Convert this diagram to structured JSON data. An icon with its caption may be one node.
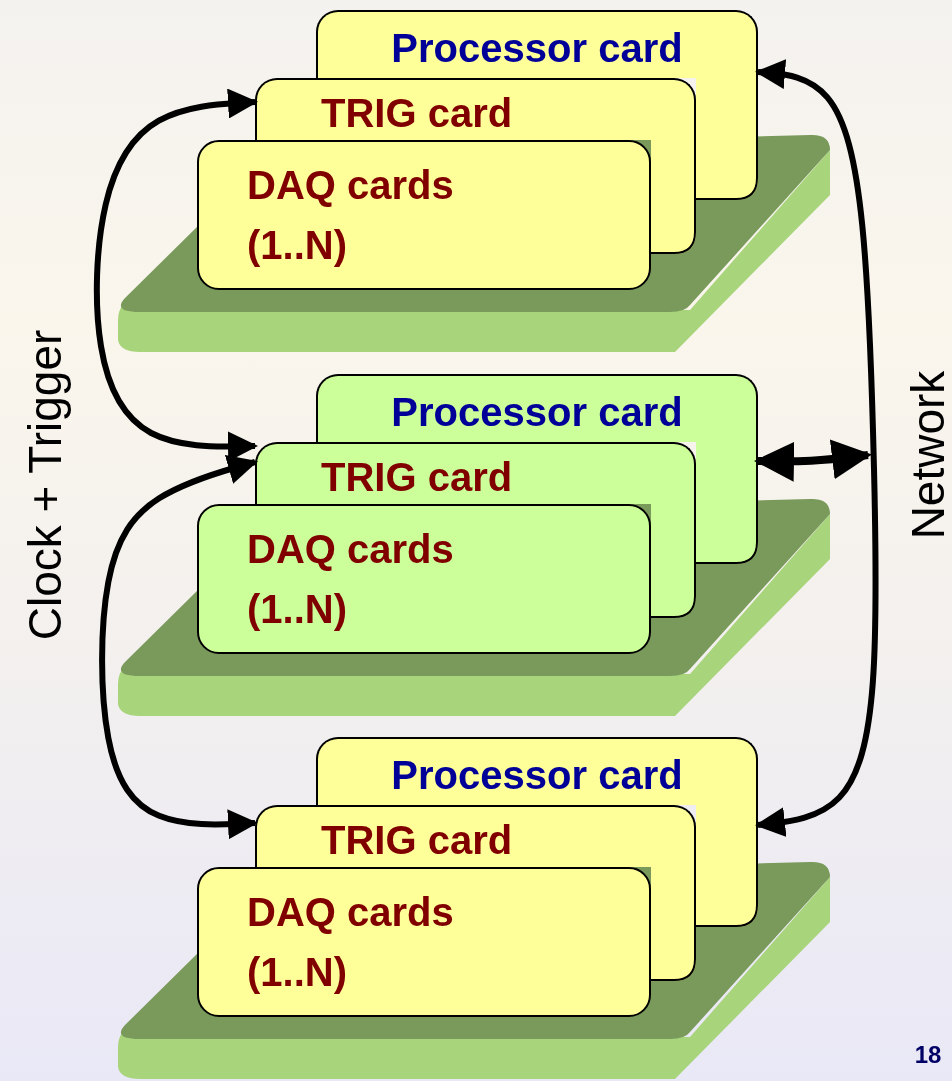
{
  "diagram": {
    "nodes": [
      {
        "text": [
          "Processor card"
        ]
      },
      {
        "text": [
          "TRIG card"
        ]
      },
      {
        "text": [
          "DAQ cards (1..N)"
        ]
      },
      {
        "text": [
          "Processor card"
        ]
      },
      {
        "text": [
          "TRIG card"
        ]
      },
      {
        "text": [
          "DAQ cards (1..N)"
        ]
      },
      {
        "text": [
          "Processor card"
        ]
      },
      {
        "text": [
          "TRIG card"
        ]
      },
      {
        "text": [
          "DAQ cards (1..N)"
        ]
      }
    ],
    "edges": [
      {
        "from": 1,
        "to": 4,
        "arrow": "both"
      },
      {
        "from": 4,
        "to": 7,
        "arrow": "both"
      },
      {
        "from": 0,
        "to": 6,
        "arrow": "both"
      },
      {
        "from": 3,
        "to": null,
        "arrow": "both"
      }
    ],
    "labels": [
      "Clock + Trigger",
      "Network",
      "18"
    ]
  }
}
